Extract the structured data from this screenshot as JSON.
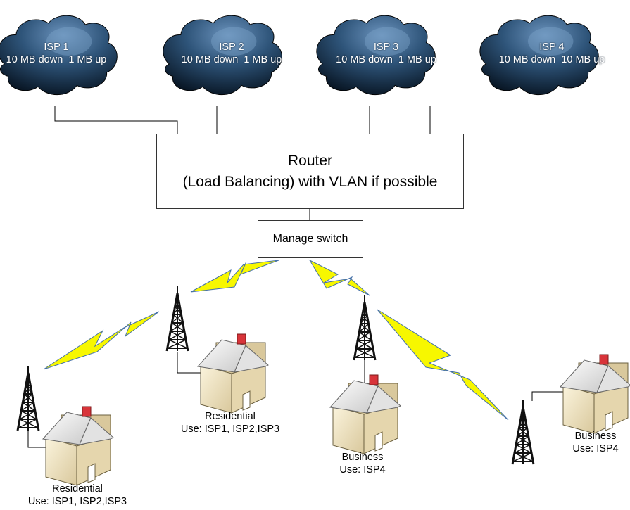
{
  "isps": [
    {
      "name": "ISP 1",
      "down": "10 MB down",
      "up": "1 MB up"
    },
    {
      "name": "ISP 2",
      "down": "10 MB down",
      "up": "1 MB up"
    },
    {
      "name": "ISP 3",
      "down": "10 MB down",
      "up": "1 MB up"
    },
    {
      "name": "ISP 4",
      "down": "10 MB down",
      "up": "10 MB up"
    }
  ],
  "router": {
    "line1": "Router",
    "line2": "(Load Balancing) with VLAN if possible"
  },
  "switch": {
    "label": "Manage switch"
  },
  "sites": [
    {
      "type": "Residential",
      "use": "Use: ISP1, ISP2,ISP3"
    },
    {
      "type": "Residential",
      "use": "Use: ISP1, ISP2,ISP3"
    },
    {
      "type": "Business",
      "use": "Use: ISP4"
    },
    {
      "type": "Business",
      "use": "Use: ISP4"
    }
  ],
  "colors": {
    "cloud_dark": "#05111f",
    "cloud_light": "#5f89b5",
    "bolt": "#f7f700",
    "tower": "#111111",
    "house_wall": "#f3e7c6",
    "chimney": "#d8343a"
  }
}
